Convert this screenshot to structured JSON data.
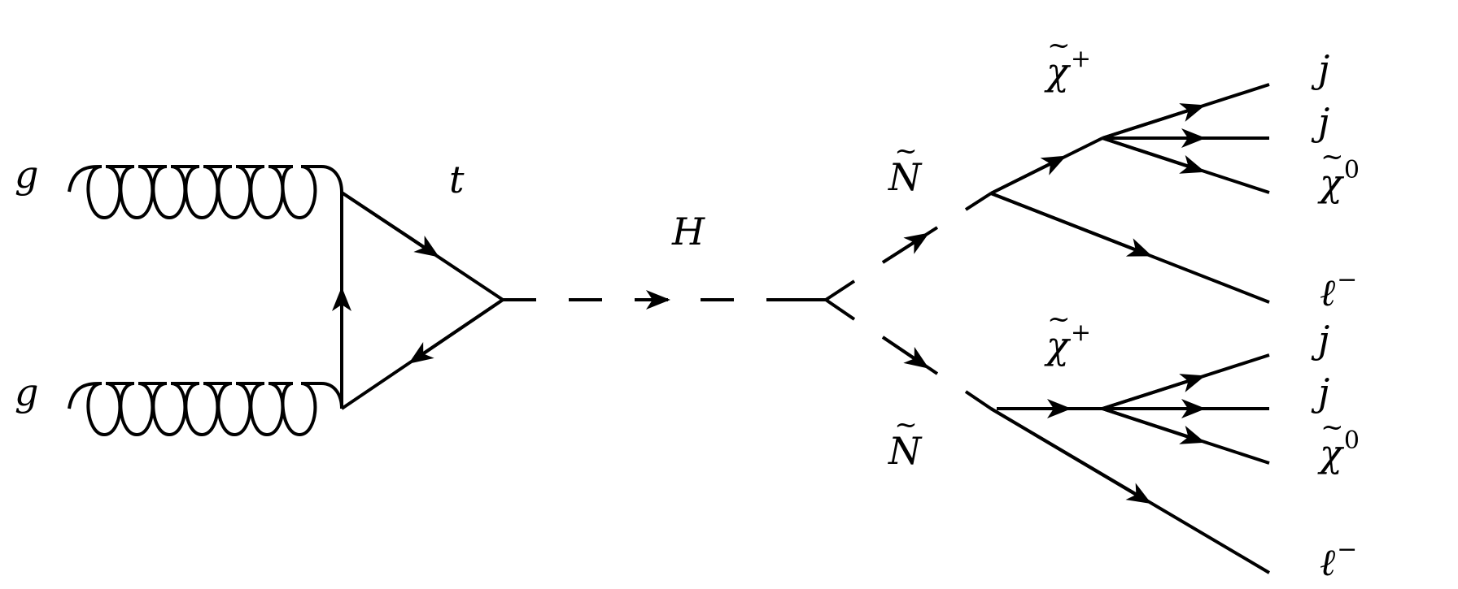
{
  "diagram": {
    "type": "feynman",
    "description": "Gluon fusion to Higgs via top-quark loop, Higgs decaying to two sneutrinos, each cascading to chargino + lepton, chargino to two jets + neutralino",
    "stroke_color": "#000000",
    "background": "#ffffff"
  },
  "labels": {
    "gluon_top": "g",
    "gluon_bottom": "g",
    "top_quark": "t",
    "higgs": "H",
    "sneutrino_top": "N",
    "sneutrino_bottom": "N",
    "chargino_top": "χ",
    "chargino_top_sup": "+",
    "chargino_bottom": "χ",
    "chargino_bottom_sup": "+",
    "out_top": {
      "jet1": "j",
      "jet2": "j",
      "neutralino": "χ",
      "neutralino_sup": "0",
      "lepton": "ℓ",
      "lepton_sup": "−"
    },
    "out_bottom": {
      "jet1": "j",
      "jet2": "j",
      "neutralino": "χ",
      "neutralino_sup": "0",
      "lepton": "ℓ",
      "lepton_sup": "−"
    }
  },
  "particles": [
    {
      "name": "gluon",
      "symbol": "g",
      "line": "curly",
      "count": 2
    },
    {
      "name": "top quark loop",
      "symbol": "t",
      "line": "fermion"
    },
    {
      "name": "Higgs boson",
      "symbol": "H",
      "line": "dashed"
    },
    {
      "name": "sneutrino",
      "symbol": "Ñ",
      "line": "dashed-fermion",
      "count": 2
    },
    {
      "name": "chargino",
      "symbol": "χ̃⁺",
      "line": "fermion",
      "count": 2
    },
    {
      "name": "jet",
      "symbol": "j",
      "line": "fermion",
      "count": 4
    },
    {
      "name": "neutralino",
      "symbol": "χ̃⁰",
      "line": "fermion",
      "count": 2
    },
    {
      "name": "lepton",
      "symbol": "ℓ⁻",
      "line": "fermion",
      "count": 2
    }
  ]
}
